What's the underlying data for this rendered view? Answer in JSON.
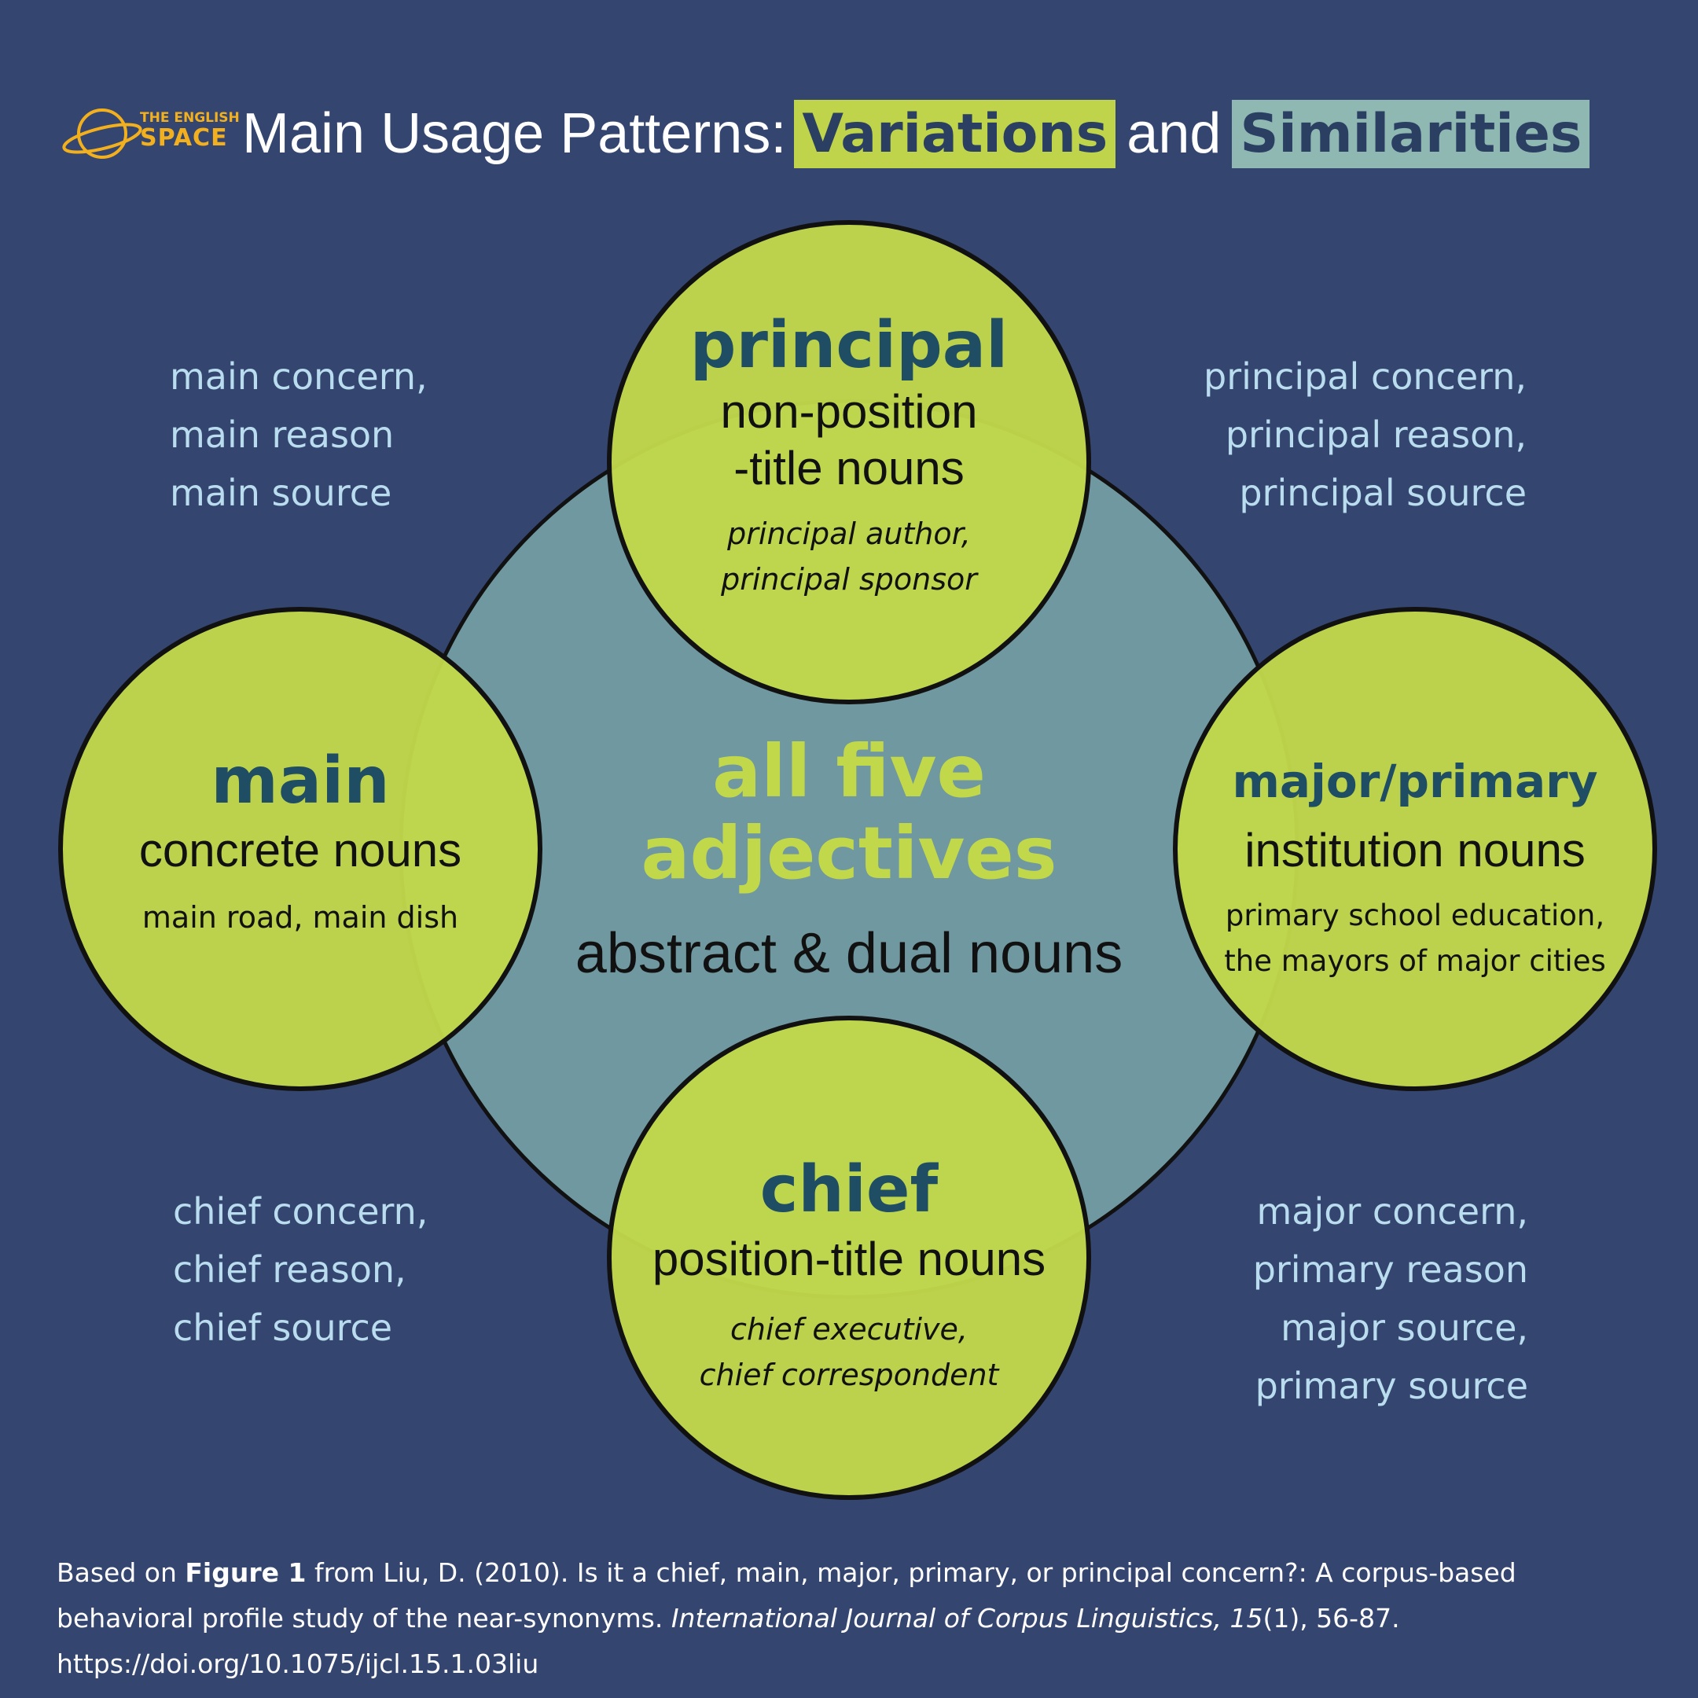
{
  "logo": {
    "line1": "THE ENGLISH",
    "line2": "SPACE"
  },
  "title": {
    "prefix": "Main Usage Patterns:",
    "highlight1": "Variations",
    "middle": "and",
    "highlight2": "Similarities"
  },
  "colors": {
    "background": "#34456f",
    "circle_fill": "#c2d84b",
    "center_fill": "#7098a0",
    "highlight_variations": "#bfd44a",
    "highlight_similarities": "#8fb8b3",
    "corner_text": "#b9dcef",
    "name_text": "#1f4d64"
  },
  "center": {
    "name_line1": "all five",
    "name_line2": "adjectives",
    "sub": "abstract & dual nouns"
  },
  "circles": {
    "principal": {
      "name": "principal",
      "sub_line1": "non-position",
      "sub_line2": "-title nouns",
      "ex_line1": "principal author,",
      "ex_line2": "principal sponsor"
    },
    "main": {
      "name": "main",
      "sub": "concrete nouns",
      "ex": "main road, main dish"
    },
    "major": {
      "name": "major/primary",
      "sub": "institution nouns",
      "ex_line1": "primary school education,",
      "ex_line2": "the mayors of major cities"
    },
    "chief": {
      "name": "chief",
      "sub": "position-title nouns",
      "ex_line1": "chief executive,",
      "ex_line2": "chief correspondent"
    }
  },
  "corners": {
    "top_left": [
      "main concern,",
      "main reason",
      "main source"
    ],
    "top_right": [
      "principal concern,",
      "principal reason,",
      "principal source"
    ],
    "bottom_left": [
      "chief concern,",
      "chief reason,",
      "chief source"
    ],
    "bottom_right": [
      "major concern,",
      "primary reason",
      "major source,",
      "primary source"
    ]
  },
  "citation": {
    "lead": "Based on ",
    "figure": "Figure 1",
    "body": " from Liu, D. (2010). Is it a chief, main, major, primary, or principal concern?: A corpus-based behavioral profile study of the near-synonyms. ",
    "journal": "International Journal of Corpus Linguistics, 15",
    "tail": "(1), 56-87. https://doi.org/10.1075/ijcl.15.1.03liu"
  }
}
